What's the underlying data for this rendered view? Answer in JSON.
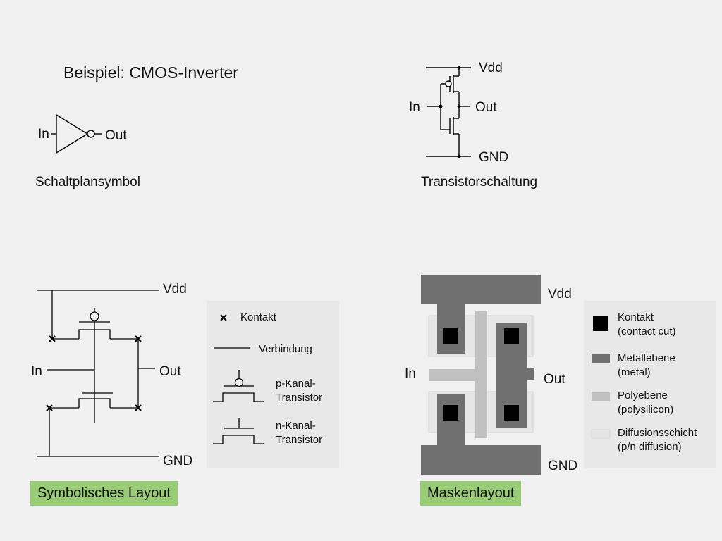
{
  "title": "Beispiel: CMOS-Inverter",
  "symbol": {
    "in": "In",
    "out": "Out",
    "caption": "Schaltplansymbol"
  },
  "transistor": {
    "vdd": "Vdd",
    "in": "In",
    "out": "Out",
    "gnd": "GND",
    "caption": "Transistorschaltung"
  },
  "symbolic": {
    "vdd": "Vdd",
    "in": "In",
    "out": "Out",
    "gnd": "GND",
    "caption": "Symbolisches Layout"
  },
  "legend1": {
    "contact": "Kontakt",
    "connection": "Verbindung",
    "pmos": "p-Kanal-\nTransistor",
    "nmos": "n-Kanal-\nTransistor"
  },
  "mask": {
    "vdd": "Vdd",
    "in": "In",
    "out": "Out",
    "gnd": "GND",
    "caption": "Maskenlayout"
  },
  "legend2": {
    "contact": "Kontakt\n(contact cut)",
    "metal": "Metallebene\n(metal)",
    "poly": "Polyebene\n(polysilicon)",
    "diffusion": "Diffusionsschicht\n(p/n diffusion)"
  },
  "colors": {
    "metal": "#707070",
    "poly": "#c0c0c0",
    "diffusion": "#e6e6e6",
    "contact": "#000000",
    "caption_bg": "#99cc77"
  }
}
